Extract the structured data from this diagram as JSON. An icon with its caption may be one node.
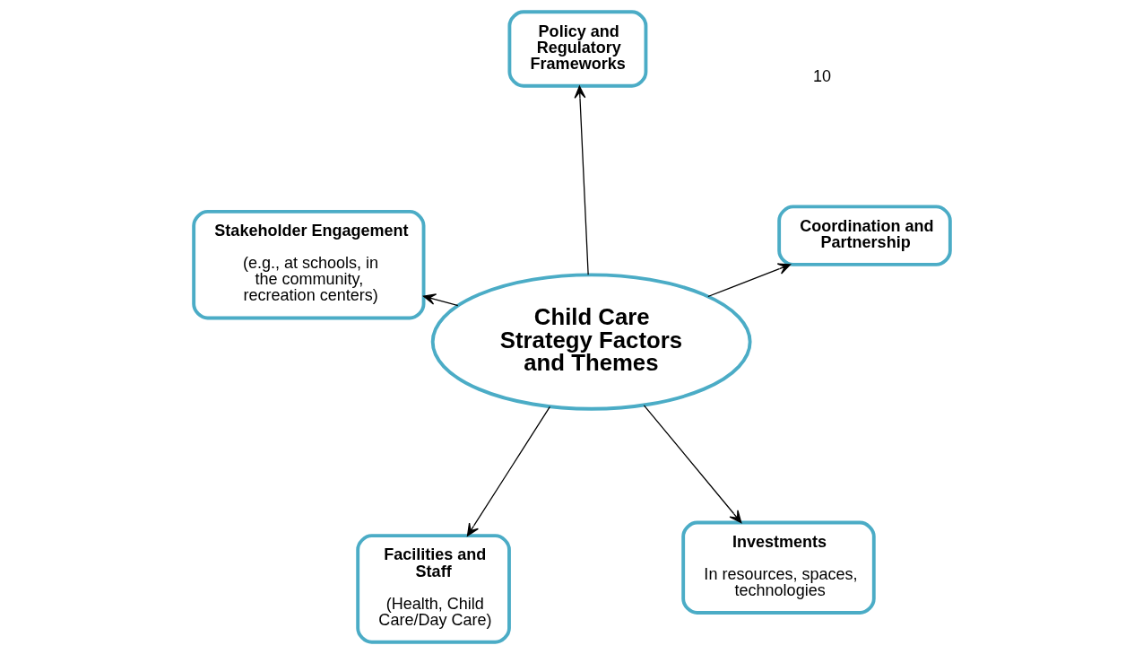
{
  "diagram": {
    "nodes": [
      {
        "text": [
          "Child Care Strategy Factors and Themes"
        ]
      },
      {
        "text": [
          "Investments",
          "In resources, spaces, technologies"
        ]
      },
      {
        "text": [
          "Facilities and Staff",
          "(Health, Child Care/Day Care)"
        ]
      },
      {
        "text": [
          "Stakeholder Engagement",
          "(e.g., at schools, in the community, recreation centers)"
        ]
      },
      {
        "text": [
          "Coordination and Partnership"
        ]
      },
      {
        "text": [
          "Policy and Regulatory Frameworks"
        ]
      }
    ],
    "edges": [
      {
        "from": 0,
        "to": 1,
        "arrow": "to"
      },
      {
        "from": 0,
        "to": 2,
        "arrow": "to"
      },
      {
        "from": 0,
        "to": 3,
        "arrow": "to"
      },
      {
        "from": 0,
        "to": 4,
        "arrow": "to"
      },
      {
        "from": 0,
        "to": 5,
        "arrow": "to"
      }
    ],
    "labels": [
      "10"
    ]
  }
}
